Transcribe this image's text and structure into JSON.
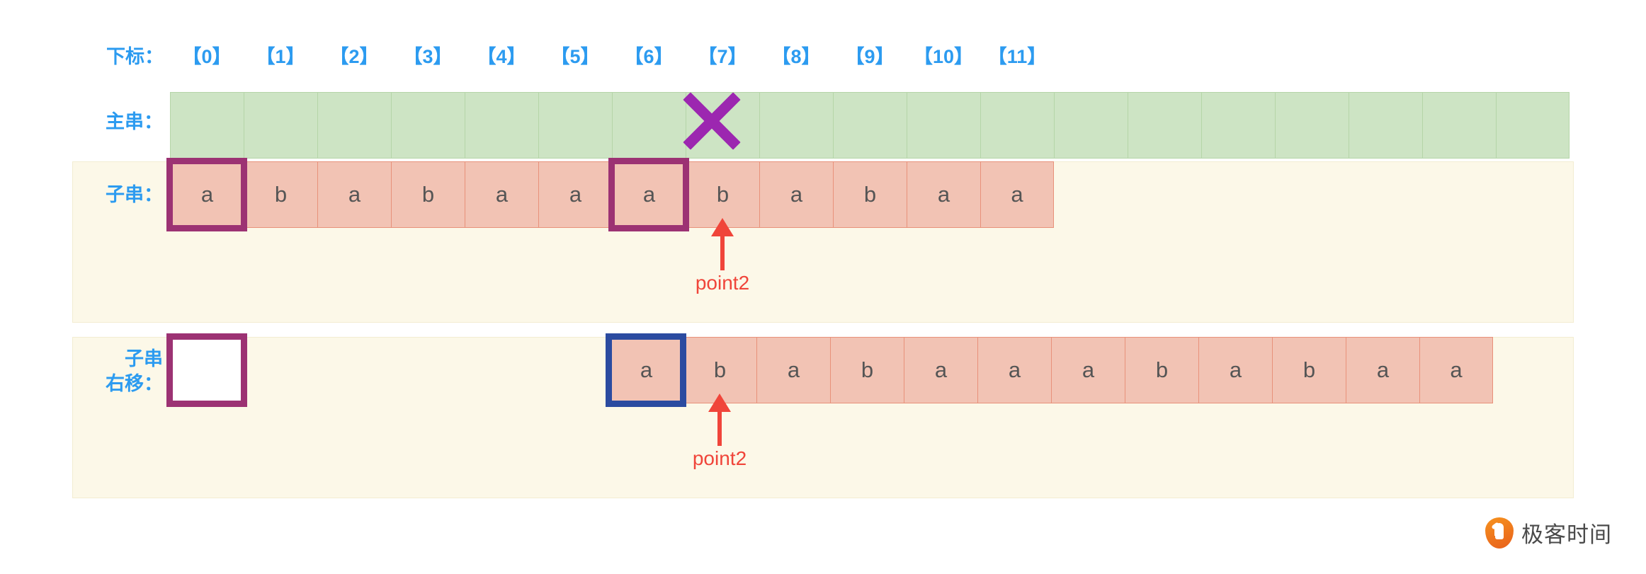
{
  "figure": {
    "title_row_label": "下标：",
    "index_labels": [
      "【0】",
      "【1】",
      "【2】",
      "【3】",
      "【4】",
      "【5】",
      "【6】",
      "【7】",
      "【8】",
      "【9】",
      "【10】",
      "【11】"
    ],
    "colors": {
      "index_blue": "#2C9BF0",
      "main_cell_fill": "#CDE4C4",
      "main_cell_border": "#B5D5A8",
      "sub_cell_fill": "#F2C3B4",
      "sub_cell_border": "#E8917A",
      "panel_bg": "#FCF8E8",
      "panel_border": "#F3EDD2",
      "highlight_purple": "#9C3273",
      "highlight_blue": "#2B4BA0",
      "mismatch_x": "#9C27B0",
      "pointer_red": "#F0453A",
      "letter_gray": "#555555",
      "brand_orange": "#F6921E"
    }
  },
  "rows": {
    "main": {
      "label": "主串：",
      "cell_count": 19,
      "cells": [
        "",
        "",
        "",
        "",
        "",
        "",
        "",
        "",
        "",
        "",
        "",
        "",
        "",
        "",
        "",
        "",
        "",
        "",
        ""
      ],
      "mismatch_index": 7,
      "mismatch_icon": "x-cross-icon"
    },
    "substring": {
      "label": "子串：",
      "cells": [
        "a",
        "b",
        "a",
        "b",
        "a",
        "a",
        "a",
        "b",
        "a",
        "b",
        "a",
        "a"
      ],
      "highlight_boxes": [
        {
          "index": 0,
          "color": "purple"
        },
        {
          "index": 6,
          "color": "purple"
        }
      ],
      "pointer": {
        "label": "point2",
        "index": 7
      }
    },
    "substring_shifted": {
      "label": "子串\n右移：",
      "label_line1": "子串",
      "label_line2": "右移：",
      "empty_box": {
        "color": "purple"
      },
      "cells": [
        "a",
        "b",
        "a",
        "b",
        "a",
        "a",
        "a",
        "b",
        "a",
        "b",
        "a",
        "a"
      ],
      "highlight_boxes": [
        {
          "index": 0,
          "color": "blue"
        }
      ],
      "pointer": {
        "label": "point2",
        "index": 1
      }
    }
  },
  "brand": {
    "name": "极客时间",
    "mark": "geekbang-logo-icon"
  }
}
